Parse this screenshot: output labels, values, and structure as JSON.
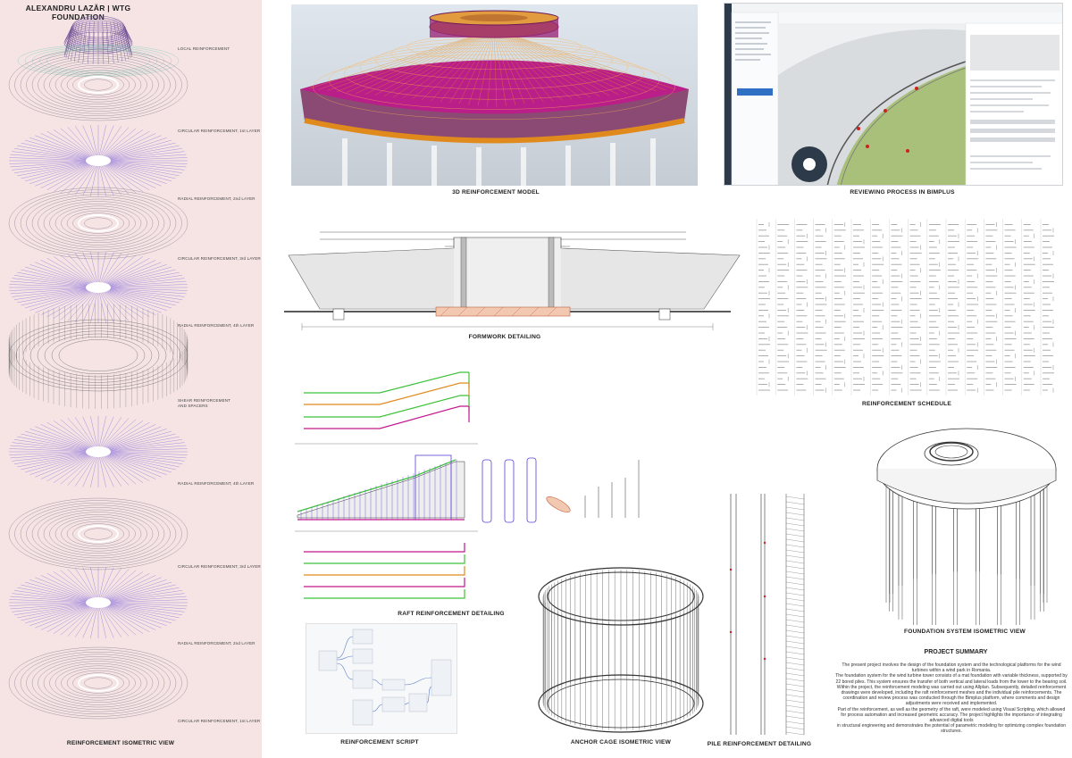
{
  "header": {
    "author_title": "ALEXANDRU LAZĂR | WTG FOUNDATION"
  },
  "layers": [
    "LOCAL REINFORCEMENT",
    "CIRCULAR REINFORCEMENT, 1st LAYER",
    "RADIAL REINFORCEMENT, 2nd LAYER",
    "CIRCULAR REINFORCEMENT, 3rd LAYER",
    "RADIAL REINFORCEMENT, 4th LAYER",
    "SHEAR REINFORCEMENT\nAND SPACERS",
    "RADIAL REINFORCEMENT, 4th LAYER",
    "CIRCULAR REINFORCEMENT, 3rd LAYER",
    "RADIAL REINFORCEMENT, 2nd LAYER",
    "CIRCULAR REINFORCEMENT, 1st LAYER"
  ],
  "captions": {
    "isometric": "REINFORCEMENT ISOMETRIC VIEW",
    "model3d": "3D REINFORCEMENT MODEL",
    "bimplus": "REVIEWING PROCESS IN BIMPLUS",
    "formwork": "FORMWORK DETAILING",
    "schedule": "REINFORCEMENT SCHEDULE",
    "raft": "RAFT REINFORCEMENT DETAILING",
    "foundation_iso": "FOUNDATION SYSTEM ISOMETRIC VIEW",
    "script": "REINFORCEMENT SCRIPT",
    "anchor": "ANCHOR CAGE ISOMETRIC VIEW",
    "pile": "PILE REINFORCEMENT DETAILING"
  },
  "summary": {
    "title": "PROJECT SUMMARY",
    "paragraphs": [
      "The present project involves the design of the foundation system and the technological platforms for the wind turbines within a wind park in Romania.",
      "The foundation system for the wind turbine tower consists of a mat foundation with variable thickness, supported by 22 bored piles. This system ensures the transfer of both vertical and lateral loads from the tower to the bearing soil.",
      "Within the project, the reinforcement modeling was carried out using Allplan. Subsequently, detailed reinforcement drawings were developed, including the raft reinforcement meshes and the individual pile reinforcements. The coordination and review process was conducted through the Bimplus platform, where comments and design adjustments were received and implemented.",
      "Part of the reinforcement, as well as the geometry of the raft, were modeled using Visual Scripting, which allowed for process automation and increased geometric accuracy. The project highlights the importance of integrating advanced digital tools",
      "in structural engineering and demonstrates the potential of parametric modeling for optimizing complex foundation structures."
    ]
  },
  "colors": {
    "left_panel_bg": "#f6e4e4",
    "radial_purple": "#5b3fd6",
    "circular_grey": "#8a7f90",
    "rebar_magenta": "#c2188d",
    "rebar_orange": "#e08a1e",
    "rebar_green": "#3fc23a",
    "bimplus_green": "#a9c07a"
  }
}
